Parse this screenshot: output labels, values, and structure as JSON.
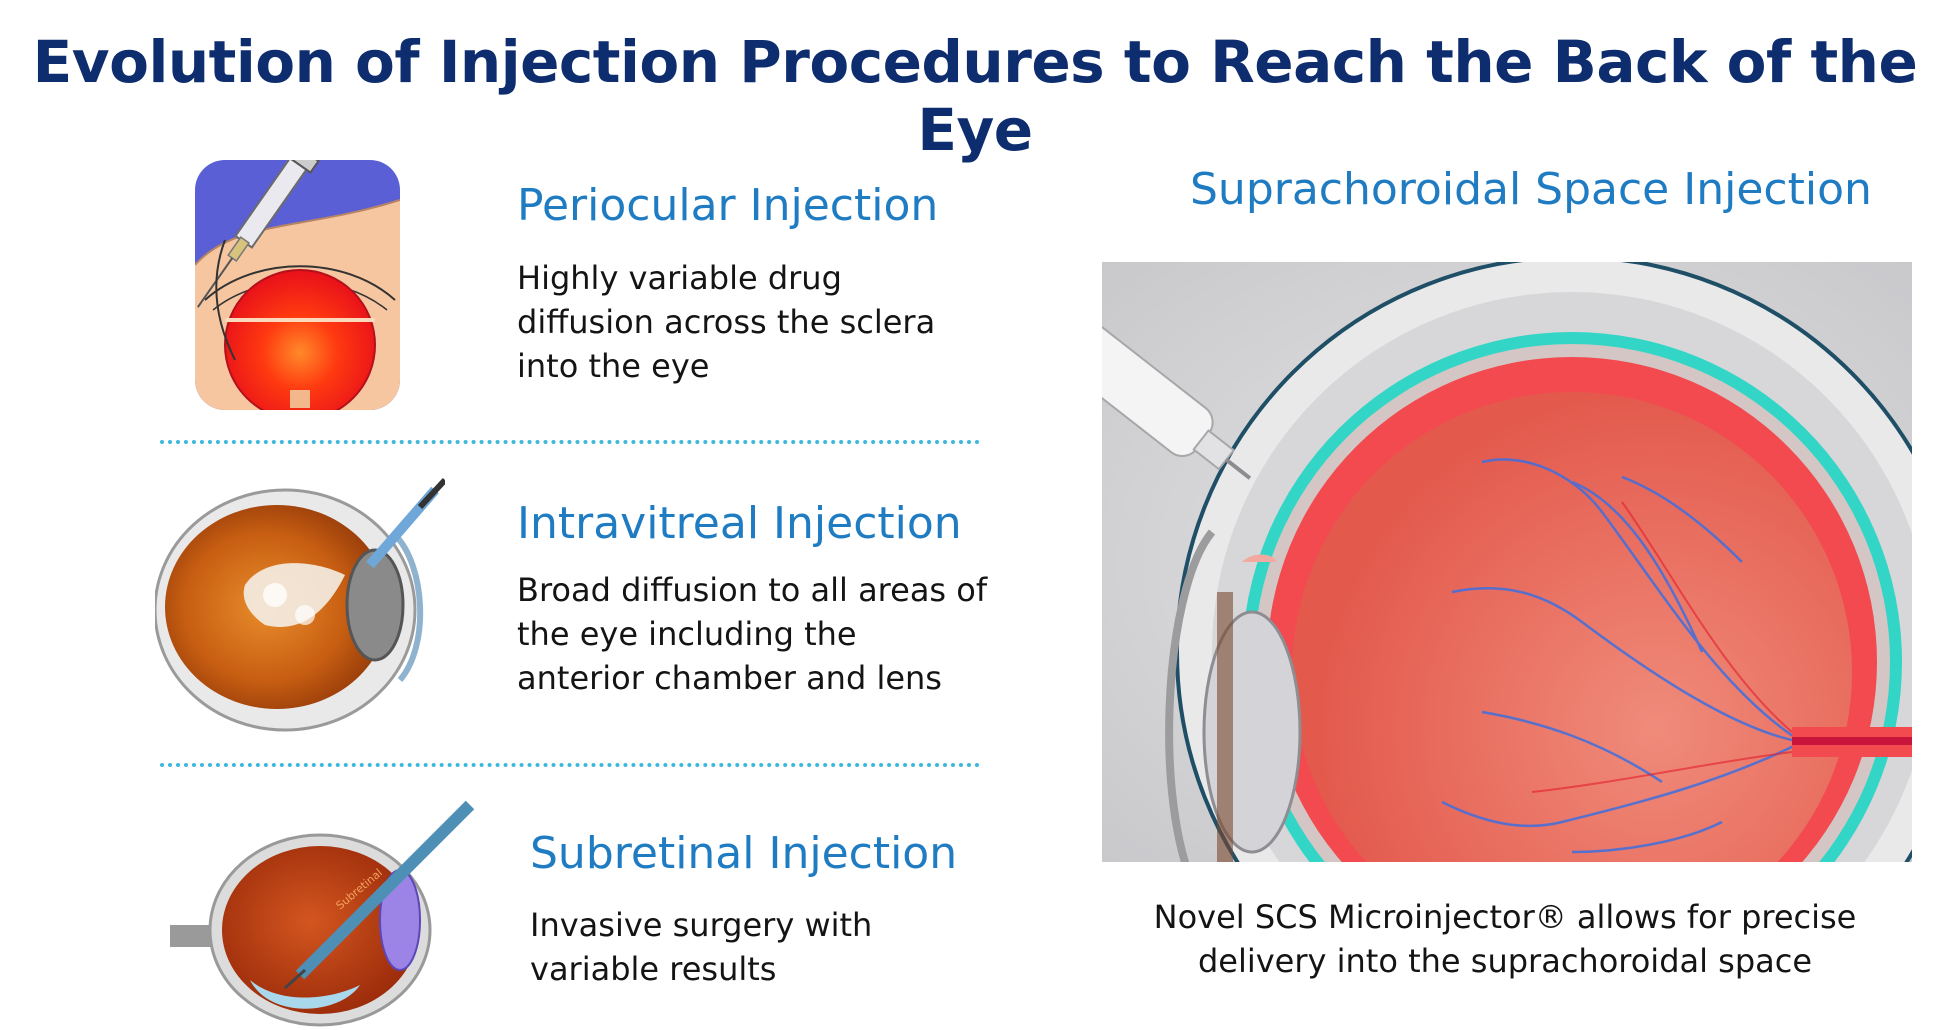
{
  "title": "Evolution of Injection Procedures to Reach the Back of the Eye",
  "sections": [
    {
      "heading": "Periocular Injection",
      "description_lines": [
        "Highly variable drug",
        "diffusion across the sclera",
        "into the eye"
      ],
      "icon": "periocular-injection-illustration"
    },
    {
      "heading": "Intravitreal Injection",
      "description_lines": [
        "Broad diffusion to all areas of",
        "the eye including the",
        "anterior chamber and lens"
      ],
      "icon": "intravitreal-injection-illustration"
    },
    {
      "heading": "Subretinal Injection",
      "description_lines": [
        "Invasive surgery with",
        "variable results"
      ],
      "icon": "subretinal-injection-illustration",
      "image_label": "Subretinal"
    }
  ],
  "feature": {
    "heading": "Suprachoroidal Space Injection",
    "caption_lines": [
      "Novel SCS Microinjector® allows for precise",
      "delivery into the suprachoroidal space"
    ],
    "icon": "suprachoroidal-injection-illustration"
  },
  "colors": {
    "title": "#0e2d6e",
    "heading": "#1f7cc2",
    "divider": "#3fb8de",
    "text": "#141414"
  }
}
